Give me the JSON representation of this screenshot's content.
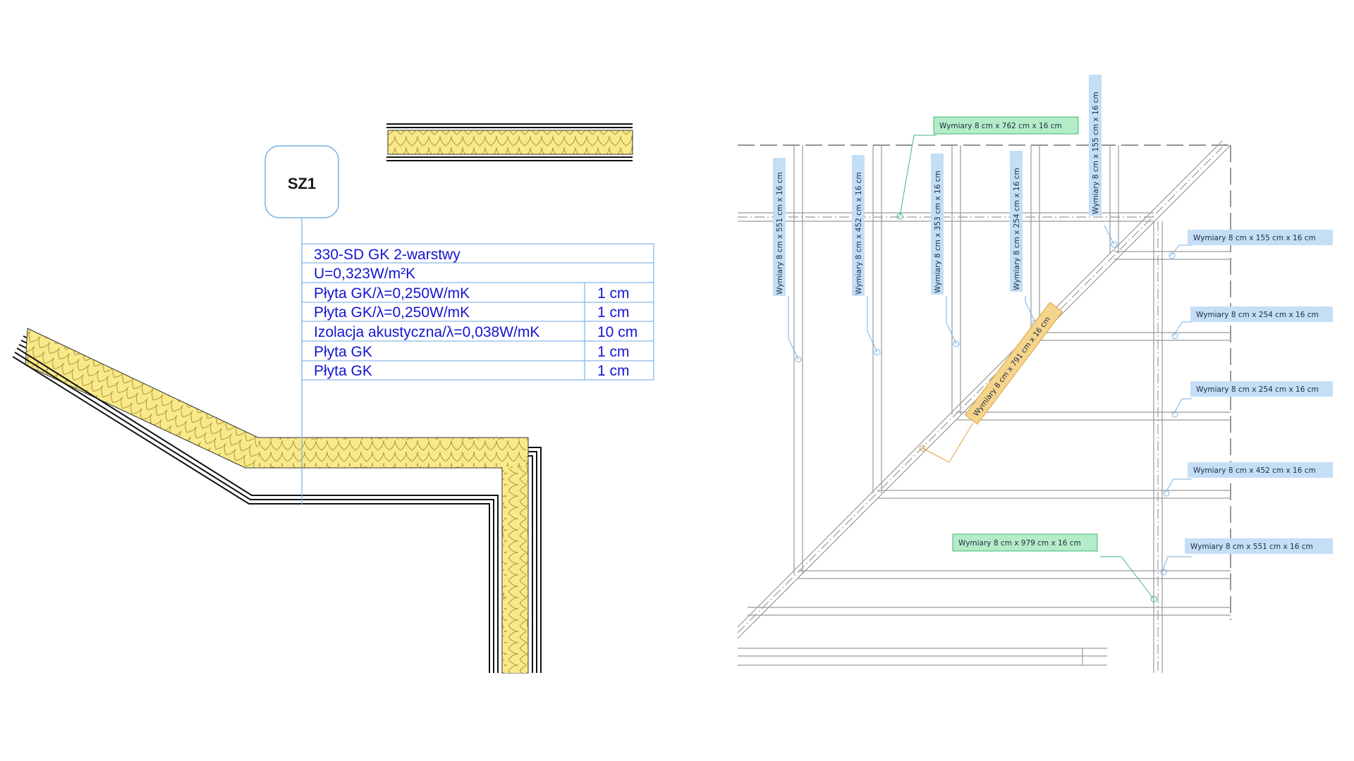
{
  "tag": {
    "label": "SZ1"
  },
  "wall_spec": {
    "title": "330-SD GK 2-warstwy",
    "u_value": "U=0,323W/m²K",
    "layers": [
      {
        "name": "Płyta GK/λ=0,250W/mK",
        "thickness": "1 cm"
      },
      {
        "name": "Płyta GK/λ=0,250W/mK",
        "thickness": "1 cm"
      },
      {
        "name": "Izolacja akustyczna/λ=0,038W/mK",
        "thickness": "10 cm"
      },
      {
        "name": "Płyta GK",
        "thickness": "1 cm"
      },
      {
        "name": "Płyta GK",
        "thickness": "1 cm"
      }
    ]
  },
  "framing_labels": {
    "vertical": [
      "Wymiary    8 cm x 551 cm x 16 cm",
      "Wymiary    8 cm x 452 cm x 16 cm",
      "Wymiary    8 cm x 353 cm x 16 cm",
      "Wymiary    8 cm x 254 cm x 16 cm",
      "Wymiary    8 cm x 155 cm x 16 cm"
    ],
    "right": [
      "Wymiary    8 cm x 155 cm x 16 cm",
      "Wymiary    8 cm x 254 cm x 16 cm",
      "Wymiary    8 cm x 254 cm x 16 cm",
      "Wymiary    8 cm x 452 cm x 16 cm",
      "Wymiary    8 cm x 551 cm x 16 cm"
    ],
    "top_green": "Wymiary    8 cm x 762 cm x 16 cm",
    "bottom_green": "Wymiary    8 cm x 979 cm x 16 cm",
    "diagonal_orange": "Wymiary    8 cm x 791 cm x 16 cm"
  },
  "colors": {
    "insulation_fill": "#f9e98a",
    "insulation_stroke": "#9a8a2a",
    "table_line": "#8ab8e8",
    "table_text": "#1515d0",
    "label_blue": "#c4def5",
    "label_green": "#b4ecc8",
    "label_orange": "#f5d48c",
    "framing_line": "#9a9a9a"
  }
}
